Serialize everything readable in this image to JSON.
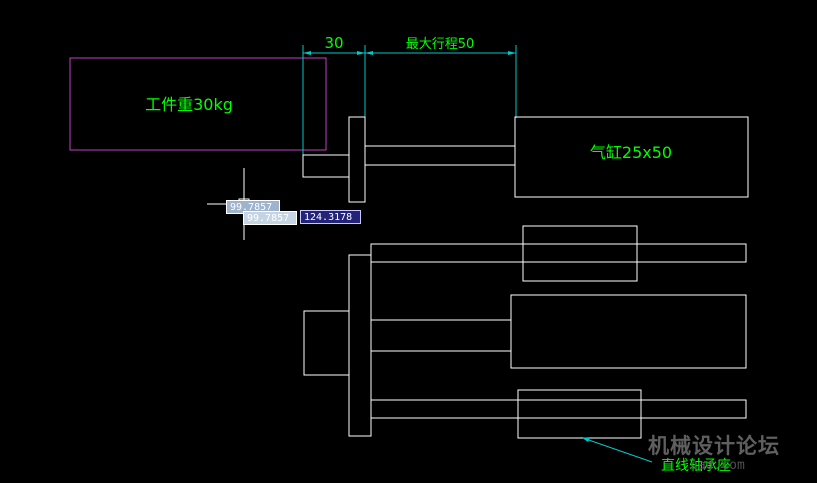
{
  "drawing": {
    "dimension_short": "30",
    "dimension_stroke": "最大行程50",
    "workpiece_label": "工件重30kg",
    "cylinder_label": "气缸25x50",
    "bearing_label": "直线轴承座"
  },
  "cursor": {
    "readout_x": "99.7857",
    "readout_y": "99.7857",
    "readout_length": "124.3178"
  },
  "watermark": {
    "title": "机械设计论坛",
    "url": "cad.com"
  },
  "colors": {
    "background": "#000000",
    "geometry": "#ffffff",
    "dimension": "#00c8c8",
    "text": "#00ff00",
    "workpiece": "#c040c0",
    "leader": "#00c8c8"
  }
}
